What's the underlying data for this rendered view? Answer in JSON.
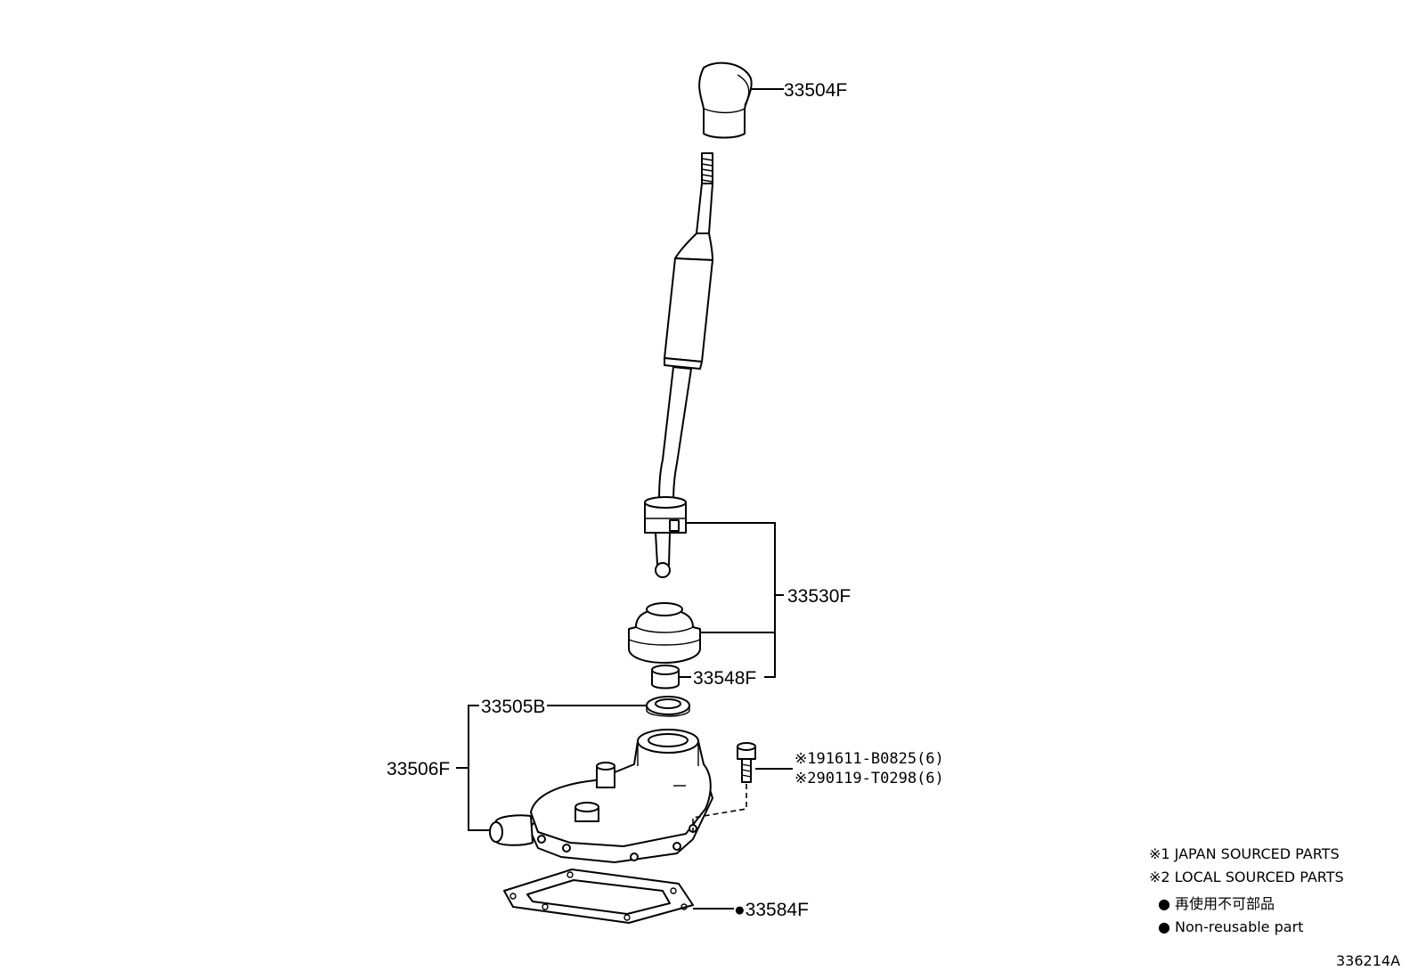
{
  "callouts": {
    "knob": "33504F",
    "lever_assy": "33530F",
    "bushing": "33548F",
    "retainer": "33505B",
    "housing": "33506F",
    "bolt_1": "※191611-B0825(6)",
    "bolt_2": "※290119-T0298(6)",
    "gasket": "●33584F"
  },
  "legend": {
    "japan": "※1 JAPAN SOURCED PARTS",
    "local": "※2 LOCAL SOURCED PARTS",
    "nonreuse_jp": "● 再使用不可部品",
    "nonreuse_en": "● Non-reusable part"
  },
  "figure_code": "336214A"
}
